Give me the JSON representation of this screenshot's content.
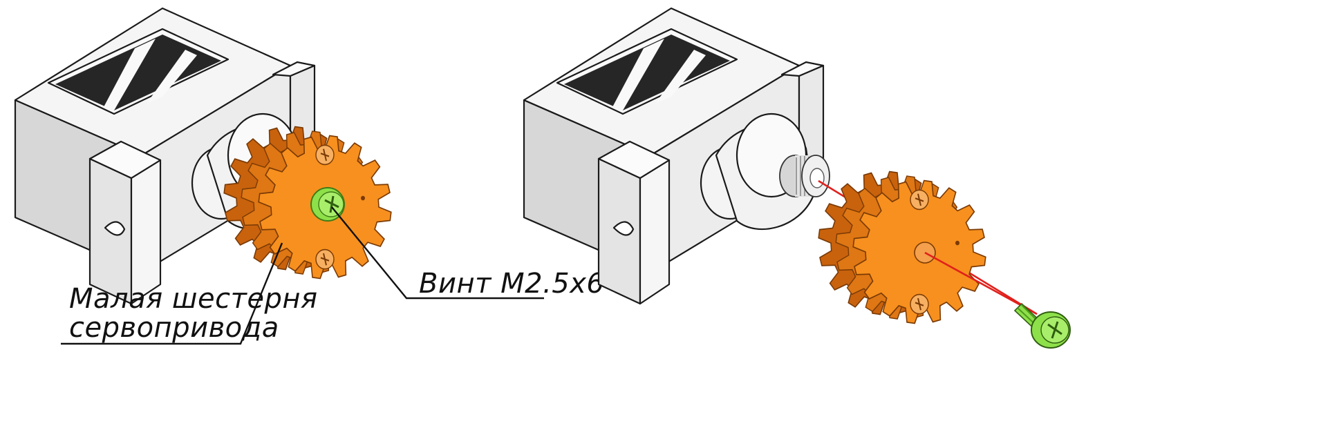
{
  "labels": {
    "gear": {
      "line1": "Малая шестерня",
      "line2": "сервопривода"
    },
    "screw": "Винт M2.5x6"
  },
  "colors": {
    "gear": "#f7901e",
    "gear_shadow": "#cf6a10",
    "gear_dark": "#a84f06",
    "screw": "#8ee04a",
    "screw_dark": "#4e9a1f",
    "axis_line": "#e0201c",
    "servo_body": "#f4f4f4",
    "servo_side": "#d9d9d9",
    "servo_dark": "#222222"
  }
}
